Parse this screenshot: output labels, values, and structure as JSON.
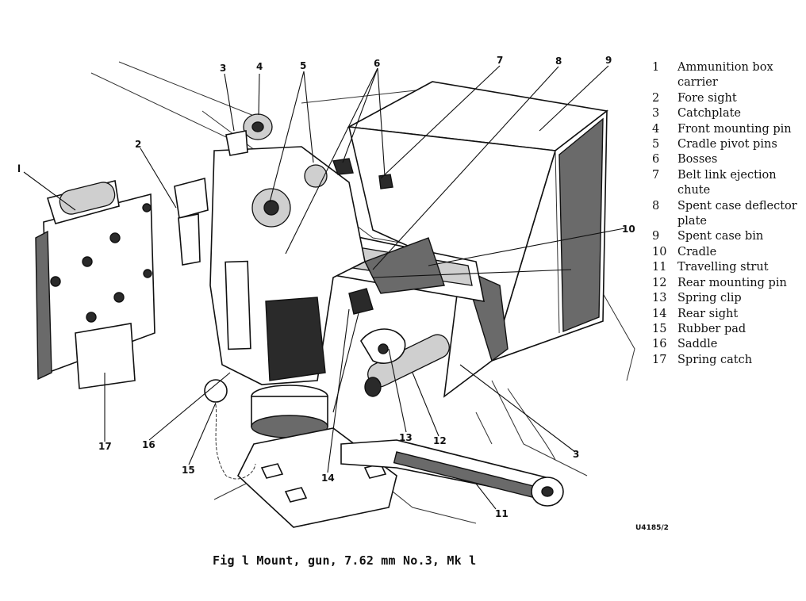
{
  "figure": {
    "caption": "Fig l  Mount, gun, 7.62 mm No.3, Mk l",
    "reference_code": "U4185/2"
  },
  "callouts": [
    "l",
    "2",
    "3",
    "4",
    "5",
    "6",
    "7",
    "8",
    "9",
    "10",
    "11",
    "12",
    "13",
    "14",
    "15",
    "16",
    "17",
    "3"
  ],
  "legend": [
    {
      "num": "1",
      "text": "Ammunition box carrier"
    },
    {
      "num": "2",
      "text": "Fore sight"
    },
    {
      "num": "3",
      "text": "Catchplate"
    },
    {
      "num": "4",
      "text": "Front mounting pin"
    },
    {
      "num": "5",
      "text": "Cradle pivot pins"
    },
    {
      "num": "6",
      "text": "Bosses"
    },
    {
      "num": "7",
      "text": "Belt link ejection chute"
    },
    {
      "num": "8",
      "text": "Spent case deflector plate"
    },
    {
      "num": "9",
      "text": "Spent case bin"
    },
    {
      "num": "10",
      "text": "Cradle"
    },
    {
      "num": "11",
      "text": "Travelling strut"
    },
    {
      "num": "12",
      "text": "Rear mounting pin"
    },
    {
      "num": "13",
      "text": "Spring clip"
    },
    {
      "num": "14",
      "text": "Rear sight"
    },
    {
      "num": "15",
      "text": "Rubber pad"
    },
    {
      "num": "16",
      "text": "Saddle"
    },
    {
      "num": "17",
      "text": "Spring catch"
    }
  ]
}
